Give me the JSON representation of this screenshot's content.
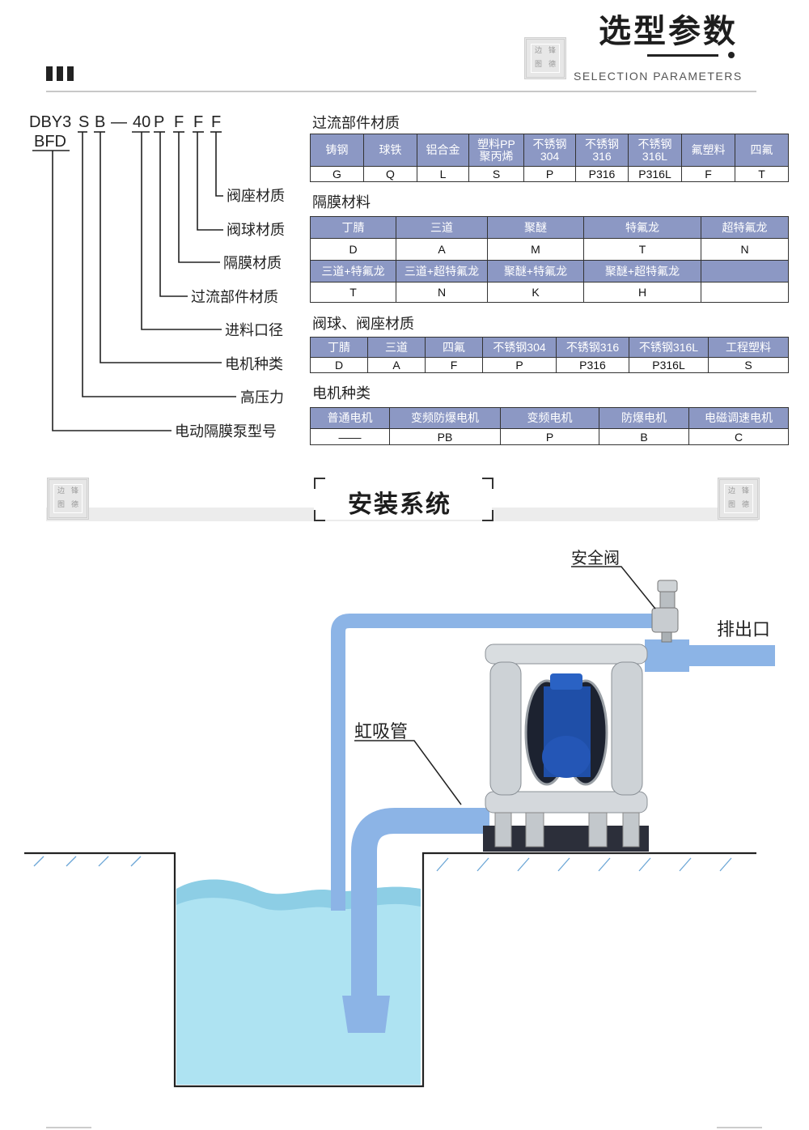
{
  "header": {
    "title_cn": "选型参数",
    "title_en": "SELECTION PARAMETERS",
    "seal_chars": [
      "边",
      "锋",
      "图",
      "德"
    ]
  },
  "model": {
    "line1": [
      "DBY3",
      "S",
      "B",
      "—",
      "40",
      "P",
      "F",
      "F",
      "F"
    ],
    "line2": "BFD",
    "labels": [
      "阀座材质",
      "阀球材质",
      "隔膜材质",
      "过流部件材质",
      "进料口径",
      "电机种类",
      "高压力",
      "电动隔膜泵型号"
    ]
  },
  "flow_parts": {
    "title": "过流部件材质",
    "headers": [
      [
        "铸钢"
      ],
      [
        "球铁"
      ],
      [
        "铝合金"
      ],
      [
        "塑料PP",
        "聚丙烯"
      ],
      [
        "不锈钢",
        "304"
      ],
      [
        "不锈钢",
        "316"
      ],
      [
        "不锈钢",
        "316L"
      ],
      [
        "氟塑料"
      ],
      [
        "四氟"
      ]
    ],
    "codes": [
      "G",
      "Q",
      "L",
      "S",
      "P",
      "P316",
      "P316L",
      "F",
      "T"
    ]
  },
  "diaphragm": {
    "title": "隔膜材料",
    "headers1": [
      "丁腈",
      "三道",
      "聚醚",
      "特氟龙",
      "超特氟龙"
    ],
    "codes1": [
      "D",
      "A",
      "M",
      "T",
      "N"
    ],
    "headers2": [
      "三道+特氟龙",
      "三道+超特氟龙",
      "聚醚+特氟龙",
      "聚醚+超特氟龙",
      ""
    ],
    "codes2": [
      "T",
      "N",
      "K",
      "H",
      ""
    ]
  },
  "ball_seat": {
    "title": "阀球、阀座材质",
    "headers": [
      "丁腈",
      "三道",
      "四氟",
      "不锈钢304",
      "不锈钢316",
      "不锈钢316L",
      "工程塑料"
    ],
    "codes": [
      "D",
      "A",
      "F",
      "P",
      "P316",
      "P316L",
      "S"
    ]
  },
  "motor": {
    "title": "电机种类",
    "headers": [
      "普通电机",
      "变频防爆电机",
      "变频电机",
      "防爆电机",
      "电磁调速电机"
    ],
    "codes": [
      "——",
      "PB",
      "P",
      "B",
      "C"
    ]
  },
  "install": {
    "title": "安装系统",
    "safety_valve": "安全阀",
    "outlet": "排出口",
    "siphon": "虹吸管"
  },
  "colors": {
    "table_header": "#8c98c4",
    "pipe": "#8cb4e6",
    "water": "#aee3f2",
    "pump_blue": "#1f4fa8"
  }
}
